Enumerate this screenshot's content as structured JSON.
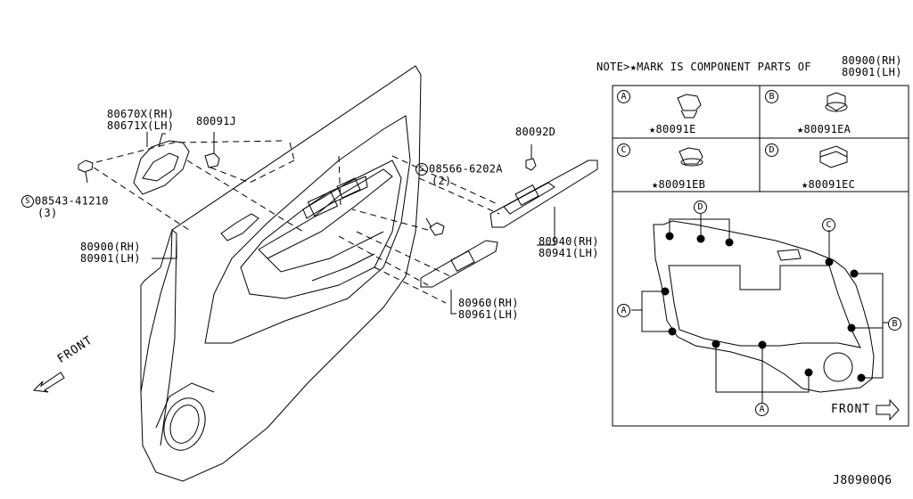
{
  "note": {
    "text": "NOTE>★MARK IS COMPONENT PARTS OF",
    "parts": [
      "80900(RH)",
      "80901(LH)"
    ]
  },
  "inset": {
    "cells": [
      {
        "letter": "A",
        "part": "★80091E"
      },
      {
        "letter": "B",
        "part": "★80091EA"
      },
      {
        "letter": "C",
        "part": "★80091EB"
      },
      {
        "letter": "D",
        "part": "★80091EC"
      }
    ],
    "callouts": {
      "d_top": "D",
      "c_top": "C",
      "a_left": "A",
      "b_right": "B",
      "a_bottom": "A"
    },
    "front_label": "FRONT"
  },
  "labels": {
    "handle": [
      "80670X(RH)",
      "80671X(LH)"
    ],
    "clip_80091j": "80091J",
    "screw_left": [
      "08543-41210",
      "(3)"
    ],
    "screw_left_circle": "S",
    "trim": [
      "80900(RH)",
      "80901(LH)"
    ],
    "screw_mid": [
      "08566-6202A",
      "(2)"
    ],
    "screw_mid_circle": "S",
    "clip_80092d": "80092D",
    "finisher_940": [
      "80940(RH)",
      "80941(LH)"
    ],
    "finisher_960": [
      "80960(RH)",
      "80961(LH)"
    ]
  },
  "front_arrow_label": "FRONT",
  "diagram_code": "J80900Q6"
}
